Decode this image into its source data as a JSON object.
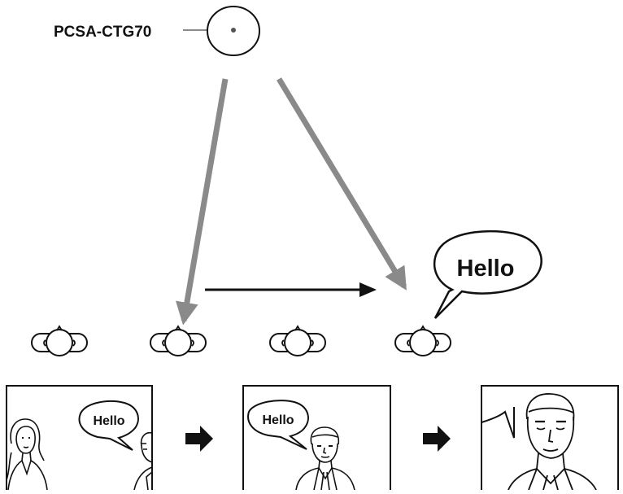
{
  "device": {
    "model_label": "PCSA-CTG70"
  },
  "speech": {
    "main_bubble_text": "Hello",
    "panel1_bubble_text": "Hello",
    "panel2_bubble_text": "Hello"
  },
  "colors": {
    "camera_ray": "#8a8a8a",
    "line": "#111111",
    "background": "#ffffff"
  },
  "icons": {
    "participant": "participant-head-icon",
    "next_step": "right-arrow-icon"
  }
}
